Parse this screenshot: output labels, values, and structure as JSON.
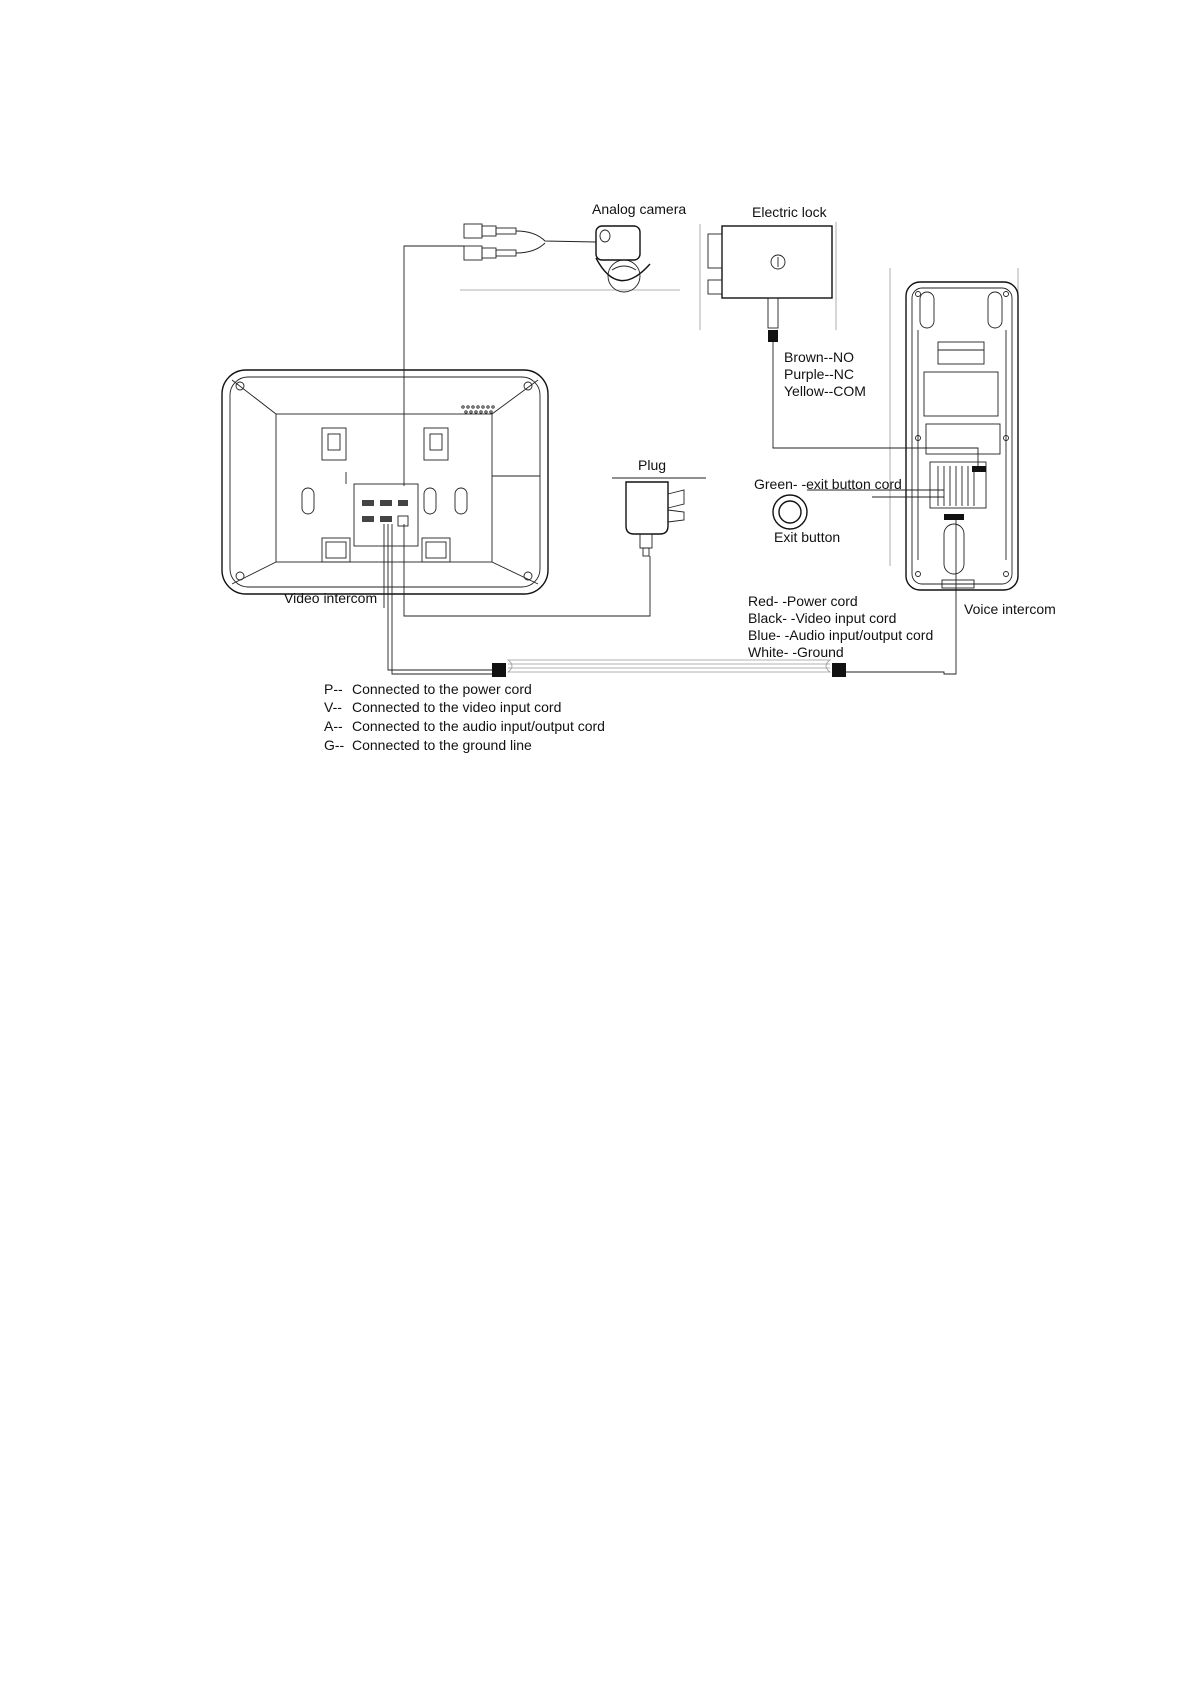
{
  "labels": {
    "analog_camera": "Analog camera",
    "electric_lock": "Electric lock",
    "plug": "Plug",
    "video_intercom": "Video intercom",
    "voice_intercom": "Voice intercom",
    "exit_button": "Exit button",
    "exit_button_cord": "Green- -exit button cord"
  },
  "lock_wires": [
    "Brown--NO",
    "Purple--NC",
    "Yellow--COM"
  ],
  "intercom_wires": [
    "Red- -Power cord",
    "Black- -Video input cord",
    "Blue- -Audio input/output cord",
    "White- -Ground"
  ],
  "legend": [
    {
      "key": "P--",
      "text": "Connected to the power cord"
    },
    {
      "key": "V--",
      "text": "Connected to the video input cord"
    },
    {
      "key": "A--",
      "text": "Connected to the audio input/output cord"
    },
    {
      "key": "G--",
      "text": "Connected to the ground line"
    }
  ]
}
